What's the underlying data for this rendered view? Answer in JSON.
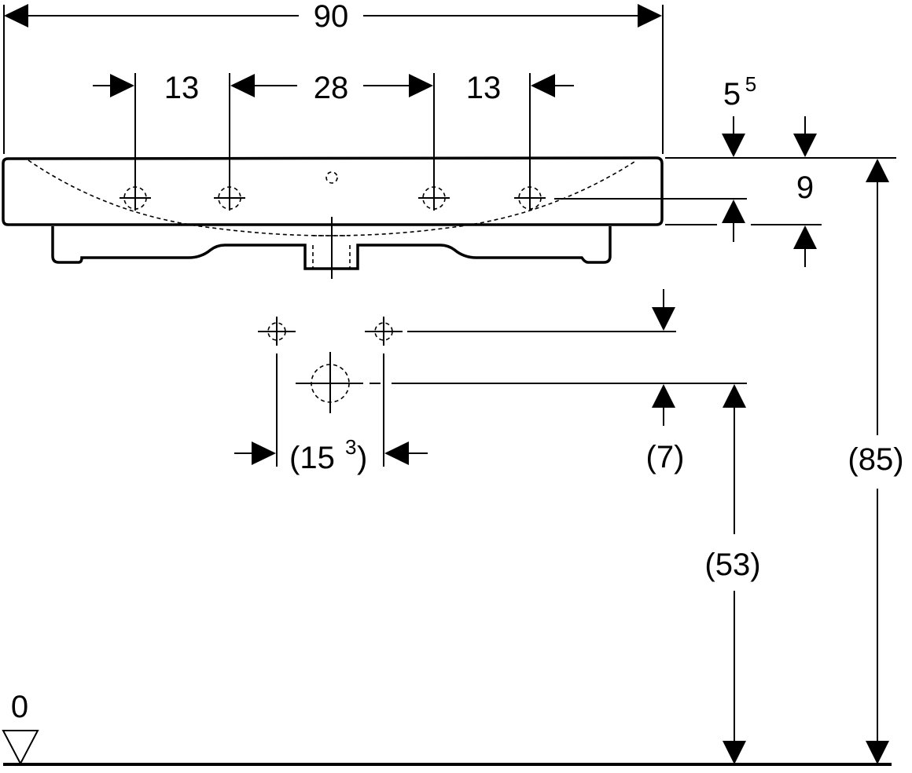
{
  "dimensions": {
    "overall_width": "90",
    "left_hole_offset": "13",
    "center_hole_spacing": "28",
    "right_hole_offset": "13",
    "rim_offset_main": "5",
    "rim_offset_sup": "5",
    "rim_height": "9",
    "drain_spacing_main": "(15",
    "drain_spacing_sup": "3",
    "drain_spacing_close": ")",
    "drain_vertical": "(7)",
    "drain_height": "(53)",
    "total_height": "(85)",
    "floor_level": "0"
  }
}
